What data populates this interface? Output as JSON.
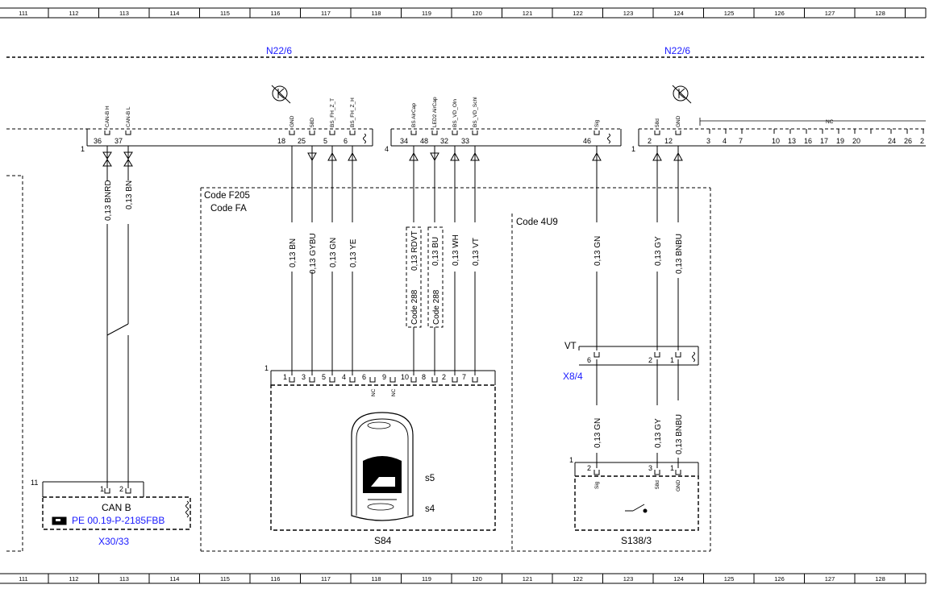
{
  "ruler_numbers": [
    "111",
    "112",
    "113",
    "114",
    "115",
    "116",
    "117",
    "118",
    "119",
    "120",
    "121",
    "122",
    "123",
    "124",
    "125",
    "126",
    "127",
    "128"
  ],
  "control_units": {
    "left": "N22/6",
    "right": "N22/6"
  },
  "connector_numbers": {
    "c1a": "1",
    "c4": "4",
    "c1b": "1",
    "s84": "1",
    "x30": "11",
    "s138": "1"
  },
  "pin_signals": {
    "canh": "CAN-B H",
    "canl": "CAN-B L",
    "gnd1": "GND",
    "d58": "58D",
    "fhzt": "BS_FH_Z_T",
    "fhzh": "BS_FH_Z_H",
    "aircap": "BS AirCap",
    "led2": "LED2 AirCap",
    "vdoln": "BS_VD_Oln",
    "vdschl": "BS_VD_Schl",
    "sig": "Sig",
    "d58b": "58d",
    "gnd2": "GND",
    "nc": "NC"
  },
  "pin_numbers": {
    "p36": "36",
    "p37": "37",
    "p18": "18",
    "p25": "25",
    "p5": "5",
    "p6": "6",
    "p34": "34",
    "p48": "48",
    "p32": "32",
    "p33": "33",
    "p46": "46",
    "p2": "2",
    "p12": "12",
    "p3": "3",
    "p4": "4",
    "p7": "7",
    "p10": "10",
    "p13": "13",
    "p16": "16",
    "p17": "17",
    "p19": "19",
    "p20": "20",
    "p24": "24",
    "p26": "26",
    "p2b": "2"
  },
  "wires": {
    "w1": "0,13 BNRD",
    "w2": "0,13 BN",
    "w3": "0,13 BN",
    "w4": "0,13 GYBU",
    "w5": "0,13 GN",
    "w6": "0,13 YE",
    "w7": "0,13 RDVT",
    "w8": "0,13 BU",
    "w9": "0,13 WH",
    "w10": "0,13 VT",
    "w11": "0,13 GN",
    "w12": "0,13 GY",
    "w13": "0,13 BNBU",
    "w14": "0,13 GN",
    "w15": "0,13 GY",
    "w16": "0,13 BNBU"
  },
  "code_labels": {
    "f205": "Code F205",
    "fa": "Code FA",
    "u9": "Code 4U9",
    "c288a": "Code 288",
    "c288b": "Code 288"
  },
  "s84_pins": [
    "1",
    "3",
    "5",
    "4",
    "6",
    "9",
    "10",
    "8",
    "2",
    "7"
  ],
  "s84_nc": [
    "NC",
    "NC"
  ],
  "s84_switches": {
    "s5": "s5",
    "s4": "s4"
  },
  "components": {
    "s84": "S84",
    "s1383": "S138/3",
    "x3033": "X30/33",
    "x84": "X8/4",
    "vt": "VT"
  },
  "x84_pins": {
    "a": "6",
    "b": "2",
    "c": "1"
  },
  "s138_pins": {
    "a": "2",
    "b": "3",
    "c": "1"
  },
  "s138_signals": {
    "a": "Sig",
    "b": "58d",
    "c": "GND"
  },
  "canb": {
    "title": "CAN B",
    "ref": "PE 00.19-P-2185FBB",
    "pin1": "1",
    "pin2": "2"
  },
  "colors": {
    "line": "#000000",
    "ref_blue": "#1a1aff"
  }
}
